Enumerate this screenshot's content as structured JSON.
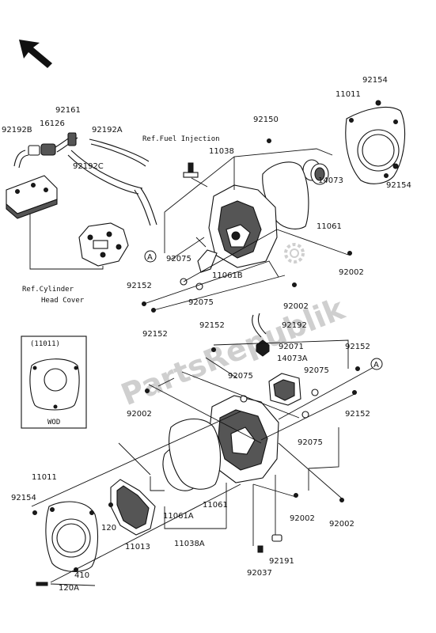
{
  "labels": {
    "p92154_top": "92154",
    "p11011_top": "11011",
    "p92150": "92150",
    "ref_fuel": "Ref.Fuel Injection",
    "p11038": "11038",
    "p14073": "14073",
    "p92154_right": "92154",
    "p11061_top": "11061",
    "p92002_r1": "92002",
    "p92161": "92161",
    "p16126": "16126",
    "p92192B": "92192B",
    "p92192A": "92192A",
    "p92192C": "92192C",
    "ref_cyl_1": "Ref.Cylinder",
    "ref_cyl_2": "Head Cover",
    "marker_a": "A",
    "p92075_a": "92075",
    "p11061B": "11061B",
    "p92152_a": "92152",
    "p92075_b": "92075",
    "p92002_r2": "92002",
    "p92152_b": "92152",
    "p92152_c": "92152",
    "p92192": "92192",
    "inset_title": "(11011)",
    "inset_caption": "WOD",
    "p92071": "92071",
    "p92152_d": "92152",
    "p14073A": "14073A",
    "p92075_c": "92075",
    "p92075_d": "92075",
    "p92002_l": "92002",
    "p92152_e": "92152",
    "p92075_e": "92075",
    "p11011_bot": "11011",
    "p92154_bot": "92154",
    "p120": "120",
    "p11061_b": "11061",
    "p11061A": "11061A",
    "p11013": "11013",
    "p11038A": "11038A",
    "p92002_b1": "92002",
    "p92002_b2": "92002",
    "p92191": "92191",
    "p410": "410",
    "p92037": "92037",
    "p120A": "120A"
  },
  "watermark": "PartsRepublik",
  "icons": [
    "direction-arrow-icon",
    "gear-icon"
  ]
}
